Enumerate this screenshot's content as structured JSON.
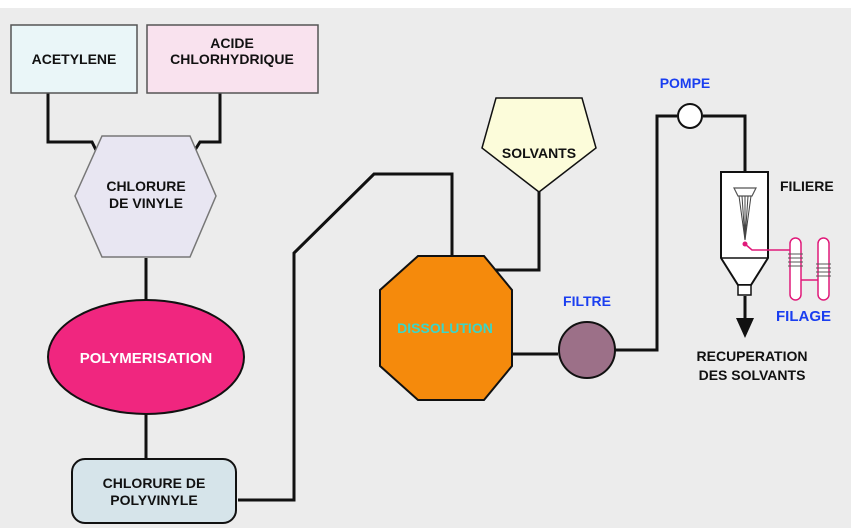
{
  "nodes": {
    "acetylene": "ACETYLENE",
    "acide_line1": "ACIDE",
    "acide_line2": "CHLORHYDRIQUE",
    "chlorure_vinyle_line1": "CHLORURE",
    "chlorure_vinyle_line2": "DE VINYLE",
    "polymerisation": "POLYMERISATION",
    "pvc_line1": "CHLORURE DE",
    "pvc_line2": "POLYVINYLE",
    "solvants": "SOLVANTS",
    "dissolution": "DISSOLUTION",
    "filtre": "FILTRE",
    "pompe": "POMPE",
    "filiere": "FILIERE",
    "filage": "FILAGE",
    "recuperation_line1": "RECUPERATION",
    "recuperation_line2": "DES SOLVANTS"
  },
  "colors": {
    "background": "#ececec",
    "line": "#111111",
    "acetylene_fill": "#eaf6f8",
    "acide_fill": "#f9e2ee",
    "hexagon_fill": "#e8e6f2",
    "polymerisation_fill": "#f0267f",
    "pvc_fill": "#d6e4ea",
    "solvants_fill": "#fcfcda",
    "dissolution_fill": "#f58a0c",
    "dissolution_text": "#3ad6c8",
    "filtre_fill": "#9c7088",
    "blue_label": "#1a3ef0",
    "white_text": "#ffffff",
    "black_text": "#111111",
    "pink_accent": "#e01a7a"
  }
}
